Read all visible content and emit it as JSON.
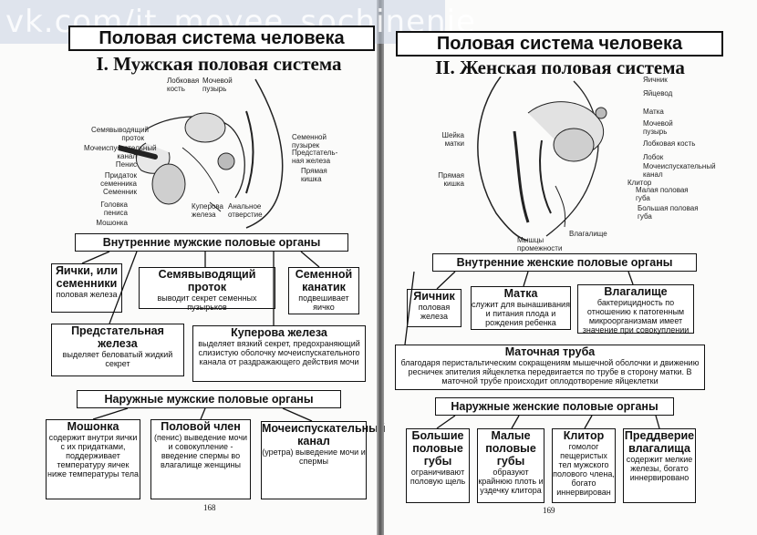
{
  "watermark": "vk.com/it_moyee_sochinenie",
  "left": {
    "page_title": "Половая система человека",
    "subtitle": "I. Мужская половая система",
    "labels": {
      "lobkovaya": "Лобковая кость",
      "mochevoy": "Мочевой пузырь",
      "semyavyvod": "Семявыводящий проток",
      "mocheisp": "Мочеиспускательный канал",
      "penis": "Пенис",
      "pridatok": "Придаток семенника",
      "semennik": "Семенник",
      "golovka": "Головка пениса",
      "moshonka": "Мошонка",
      "kuperova": "Куперова железа",
      "analnoe": "Анальное отверстие",
      "semennoy_puz": "Семенной пузырек",
      "predstat": "Предстатель-ная железа",
      "pryamaya": "Прямая кишка"
    },
    "internal_title": "Внутренние мужские половые органы",
    "internal": [
      {
        "h": "Яички, или семенники",
        "d": "половая железа"
      },
      {
        "h": "Семявыводящий проток",
        "d": "выводит секрет семенных пузырьков"
      },
      {
        "h": "Семенной канатик",
        "d": "подвешивает яичко"
      }
    ],
    "glands": [
      {
        "h": "Предстательная железа",
        "d": "выделяет беловатый жидкий секрет"
      },
      {
        "h": "Куперова железа",
        "d": "выделяет вязкий секрет, предохраняющий слизистую оболочку мочеиспускательного канала от раздражающего действия мочи"
      }
    ],
    "external_title": "Наружные мужские половые органы",
    "external": [
      {
        "h": "Мошонка",
        "d": "содержит внутри яички с их придатками, поддерживает температуру яичек ниже температуры тела"
      },
      {
        "h": "Половой член",
        "d": "(пенис) выведение мочи и совокупление - введение спермы во влагалище женщины"
      },
      {
        "h": "Мочеиспускательный канал",
        "d": "(уретра) выведение мочи и спермы"
      }
    ],
    "page_number": "168"
  },
  "right": {
    "page_title": "Половая система человека",
    "subtitle": "II. Женская половая система",
    "labels": {
      "yaichnik": "Яичник",
      "yaicevod": "Яйцевод",
      "matka": "Матка",
      "mochevoy": "Мочевой пузырь",
      "lobkovaya": "Лобковая кость",
      "lobok": "Лобок",
      "mocheisp": "Мочеиспускательный канал",
      "klitor": "Клитор",
      "malaya": "Малая половая губа",
      "bolshaya": "Большая половая губа",
      "sheyka": "Шейка матки",
      "pryamaya": "Прямая кишка",
      "myshcy": "Мышцы промежности",
      "vlagalishche": "Влагалище"
    },
    "internal_title": "Внутренние женские половые органы",
    "internal": [
      {
        "h": "Яичник",
        "d": "половая железа"
      },
      {
        "h": "Матка",
        "d": "служит для вынашивания и питания плода и рождения ребенка"
      },
      {
        "h": "Влагалище",
        "d": "бактерицидность по отношению к патогенным микроорганизмам имеет значение при совокуплении"
      }
    ],
    "tube": {
      "h": "Маточная труба",
      "d": "благодаря перистальтическим сокращениям мышечной оболочки и движению ресничек эпителия яйцеклетка передвигается по трубе в сторону матки. В маточной трубе происходит оплодотворение яйцеклетки"
    },
    "external_title": "Наружные женские половые органы",
    "external": [
      {
        "h": "Большие половые губы",
        "d": "ограничивают половую щель"
      },
      {
        "h": "Малые половые губы",
        "d": "образуют крайнюю плоть и уздечку клитора"
      },
      {
        "h": "Клитор",
        "d": "гомолог пещеристых тел мужского полового члена, богато иннервирован"
      },
      {
        "h": "Преддверие влагалища",
        "d": "содержит мелкие железы, богато иннервировано"
      }
    ],
    "page_number": "169"
  }
}
